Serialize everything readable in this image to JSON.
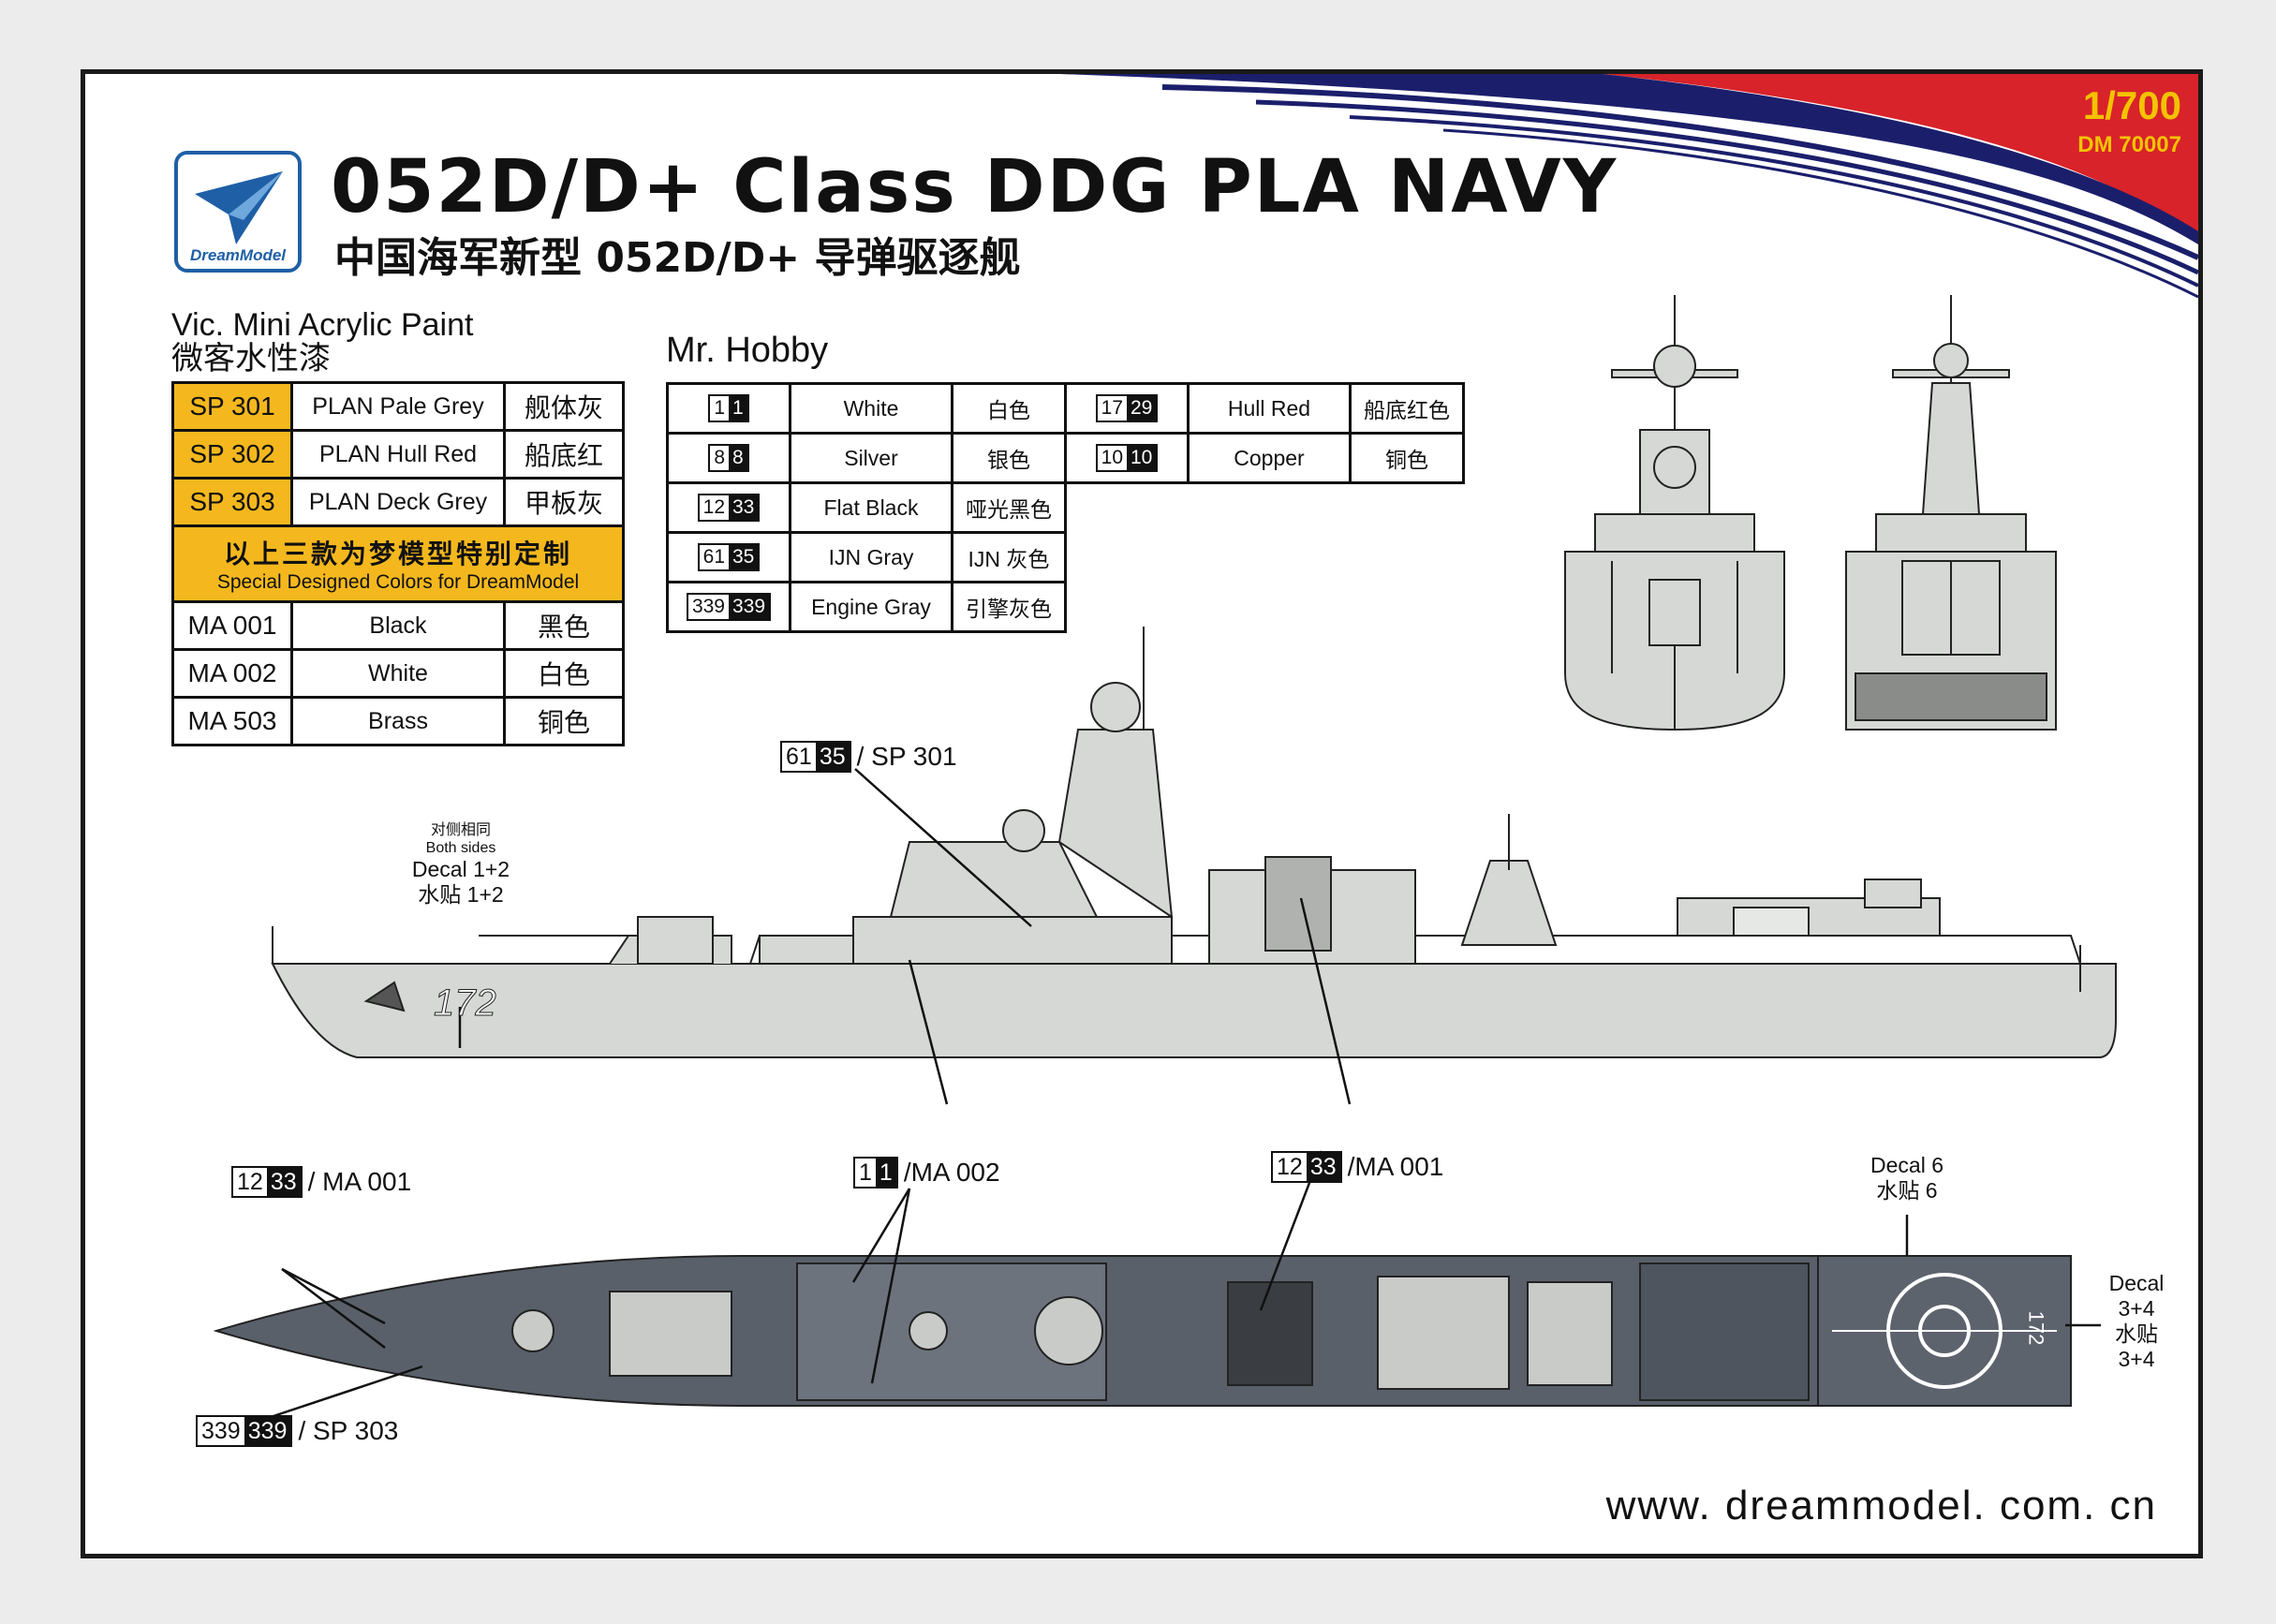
{
  "header": {
    "logo_text": "DreamModel",
    "title": "052D/D+ Class DDG PLA NAVY",
    "subtitle_cn": "中国海军新型 052D/D+ 导弹驱逐舰",
    "scale": "1/700",
    "product_code": "DM 70007"
  },
  "vic_mini": {
    "title_en": "Vic. Mini Acrylic Paint",
    "title_cn": "微客水性漆",
    "special_rows": [
      {
        "code": "SP 301",
        "name": "PLAN Pale Grey",
        "cn": "舰体灰"
      },
      {
        "code": "SP 302",
        "name": "PLAN Hull Red",
        "cn": "船底红"
      },
      {
        "code": "SP 303",
        "name": "PLAN Deck Grey",
        "cn": "甲板灰"
      }
    ],
    "special_note_cn": "以上三款为梦模型特别定制",
    "special_note_en": "Special Designed Colors for DreamModel",
    "rows": [
      {
        "code": "MA 001",
        "name": "Black",
        "cn": "黑色"
      },
      {
        "code": "MA 002",
        "name": "White",
        "cn": "白色"
      },
      {
        "code": "MA 503",
        "name": "Brass",
        "cn": "铜色"
      }
    ]
  },
  "mr_hobby": {
    "title": "Mr. Hobby",
    "rows": [
      {
        "a": "1",
        "b": "1",
        "name": "White",
        "cn": "白色",
        "a2": "17",
        "b2": "29",
        "name2": "Hull Red",
        "cn2": "船底红色"
      },
      {
        "a": "8",
        "b": "8",
        "name": "Silver",
        "cn": "银色",
        "a2": "10",
        "b2": "10",
        "name2": "Copper",
        "cn2": "铜色"
      },
      {
        "a": "12",
        "b": "33",
        "name": "Flat Black",
        "cn": "哑光黑色"
      },
      {
        "a": "61",
        "b": "35",
        "name": "IJN Gray",
        "cn": "IJN 灰色"
      },
      {
        "a": "339",
        "b": "339",
        "name": "Engine Gray",
        "cn": "引擎灰色"
      }
    ]
  },
  "callouts": {
    "hull": {
      "a": "61",
      "b": "35",
      "text": "/ SP 301"
    },
    "decal_12": {
      "small_cn": "对侧相同",
      "small_en": "Both sides",
      "line1": "Decal 1+2",
      "line2": "水贴 1+2"
    },
    "hull_number": "172",
    "bow_black": {
      "a": "12",
      "b": "33",
      "text": "/ MA 001"
    },
    "white_parts": {
      "a": "1",
      "b": "1",
      "text": "/MA 002"
    },
    "black_parts": {
      "a": "12",
      "b": "33",
      "text": "/MA 001"
    },
    "deck": {
      "a": "339",
      "b": "339",
      "text": "/ SP 303"
    },
    "decal_6": {
      "line1": "Decal 6",
      "line2": "水贴 6"
    },
    "decal_34": {
      "line1": "Decal",
      "line2": "3+4",
      "line3": "水贴",
      "line4": "3+4"
    },
    "flight_deck_number": "172"
  },
  "website": "www. dreammodel. com. cn",
  "colors": {
    "paint_yellow": "#f4b81e",
    "hull_grey": "#d6d8d6",
    "deck_grey": "#59606a",
    "brand_blue": "#1f5fa6",
    "corner_red": "#d8232a",
    "corner_navy": "#1b1f6b"
  }
}
